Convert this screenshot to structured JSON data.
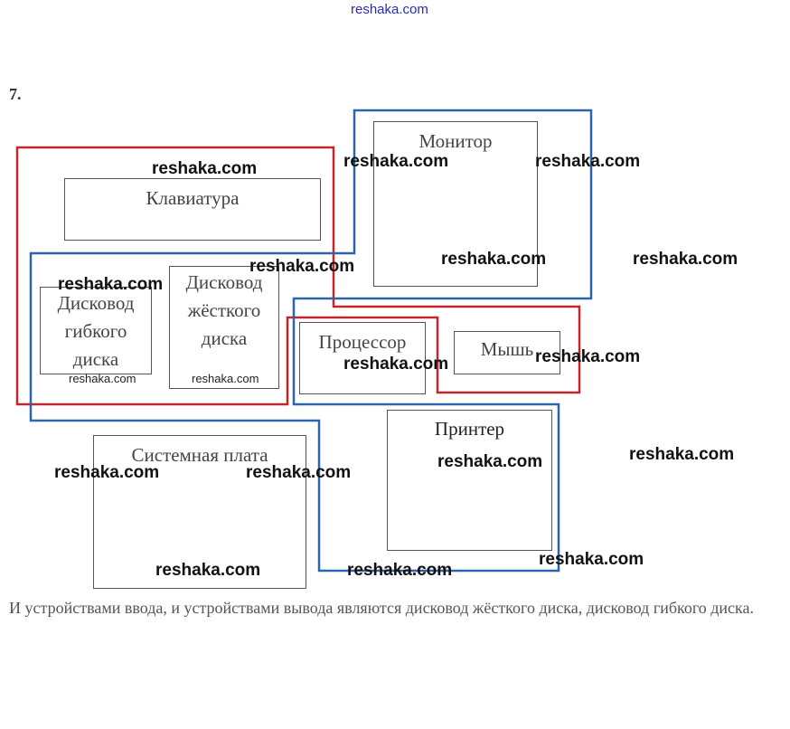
{
  "site": {
    "link_text": "reshaka.com"
  },
  "task": {
    "number": "7."
  },
  "boxes": {
    "keyboard": "Клавиатура",
    "monitor": "Монитор",
    "floppy_drive": "Дисковод\nгибкого\nдиска",
    "hard_drive": "Дисковод\nжёсткого\nдиска",
    "processor": "Процессор",
    "mouse": "Мышь",
    "printer": "Принтер",
    "motherboard": "Системная плата"
  },
  "watermark": {
    "text": "reshaka.com"
  },
  "answer": {
    "text": "И устройствами ввода, и устройствами вывода являются дисковод жёсткого диска, дисковод гибкого диска."
  },
  "colors": {
    "input_outline": "#c0262c",
    "output_outline": "#2e64ab",
    "box_border": "#555555"
  }
}
